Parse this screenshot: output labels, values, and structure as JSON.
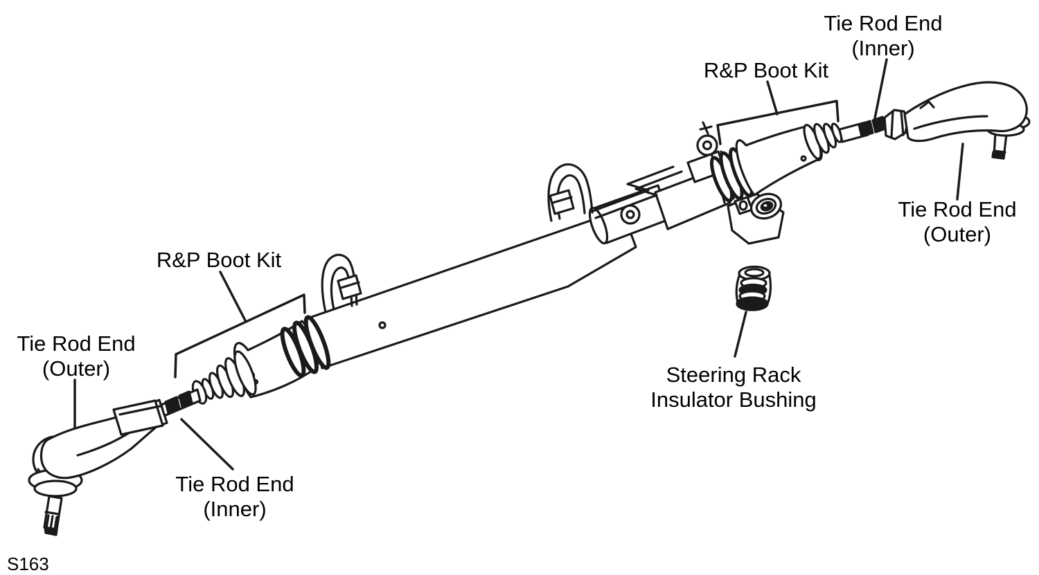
{
  "figure": {
    "code": "S163"
  },
  "colors": {
    "line": "#1a1a1a",
    "background": "#ffffff"
  },
  "labels": {
    "tie_rod_end_inner_right": {
      "line1": "Tie Rod End",
      "line2": "(Inner)"
    },
    "boot_kit_right": {
      "text": "R&P Boot Kit"
    },
    "tie_rod_end_outer_right": {
      "line1": "Tie Rod End",
      "line2": "(Outer)"
    },
    "boot_kit_left": {
      "text": "R&P Boot Kit"
    },
    "tie_rod_end_outer_left": {
      "line1": "Tie Rod End",
      "line2": "(Outer)"
    },
    "tie_rod_end_inner_left": {
      "line1": "Tie Rod End",
      "line2": "(Inner)"
    },
    "insulator_bushing": {
      "line1": "Steering Rack",
      "line2": "Insulator Bushing"
    }
  }
}
